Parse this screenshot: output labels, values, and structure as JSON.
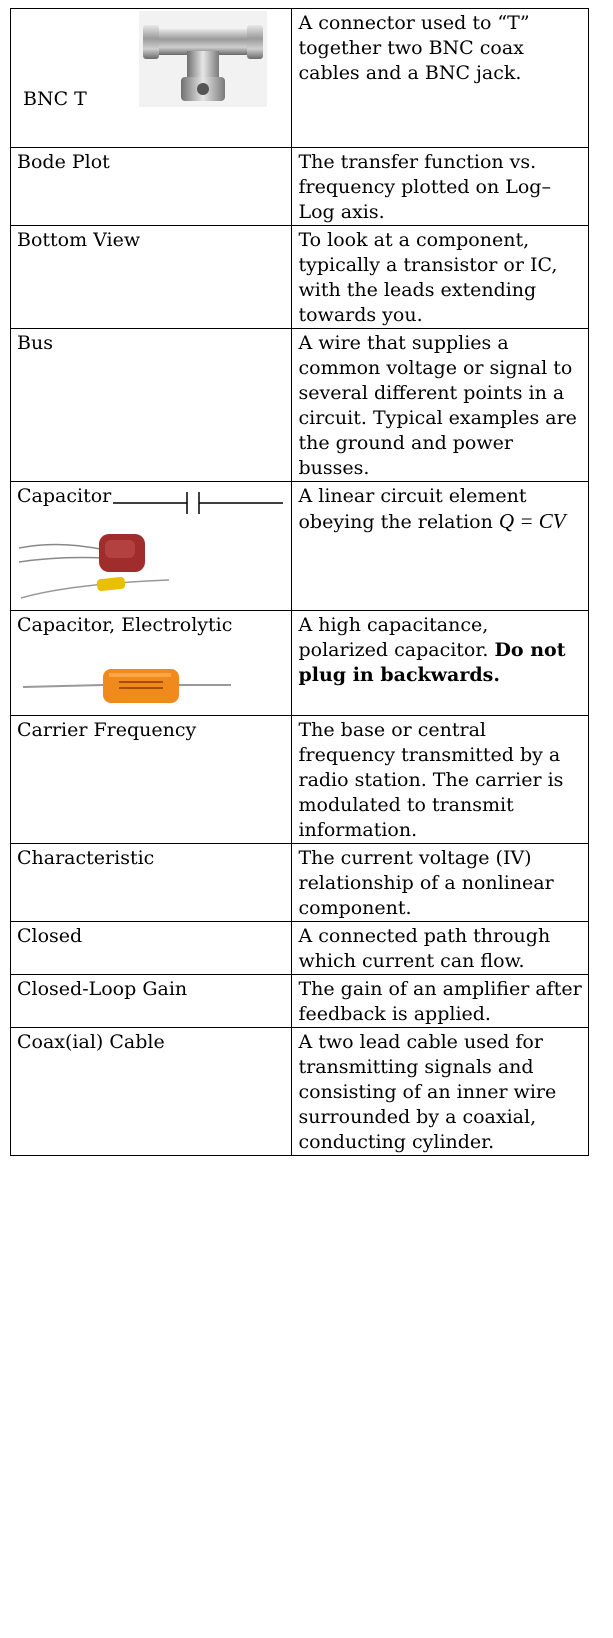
{
  "rows": [
    {
      "term": "BNC T",
      "definition": "A connector used to “T” together two BNC coax cables and a BNC jack."
    },
    {
      "term": "Bode Plot",
      "definition": "The transfer function vs. frequency plotted on Log–Log axis."
    },
    {
      "term": "Bottom View",
      "definition": "To look at a component, typically a transistor or IC, with the leads extending towards you."
    },
    {
      "term": "Bus",
      "definition": "A wire that supplies a common voltage or signal to several different points in a circuit.  Typical examples are the ground and power busses."
    },
    {
      "term": "Capacitor",
      "definition": "A linear circuit element obeying the relation",
      "formula": "Q = CV"
    },
    {
      "term": "Capacitor, Electrolytic",
      "definition": "A high capacitance, polarized capacitor.",
      "warning": "Do not plug in backwards."
    },
    {
      "term": "Carrier Frequency",
      "definition": "The base or central frequency transmitted by a radio station.  The carrier is modulated to transmit information."
    },
    {
      "term": "Characteristic",
      "definition": "The current voltage (IV) relationship of a nonlinear component."
    },
    {
      "term": "Closed",
      "definition": "A connected path through which current can flow."
    },
    {
      "term": "Closed-Loop Gain",
      "definition": "The gain of an amplifier after feedback is applied."
    },
    {
      "term": "Coax(ial) Cable",
      "definition": "A two lead cable used for transmitting signals and consisting of an inner wire surrounded by a coaxial, conducting cylinder."
    }
  ],
  "images": {
    "bnc": "bnc-t-connector-photo",
    "capacitor_symbol": "capacitor-schematic-symbol",
    "capacitor_photo": "capacitor-photo",
    "electrolytic_photo": "electrolytic-capacitor-photo"
  }
}
